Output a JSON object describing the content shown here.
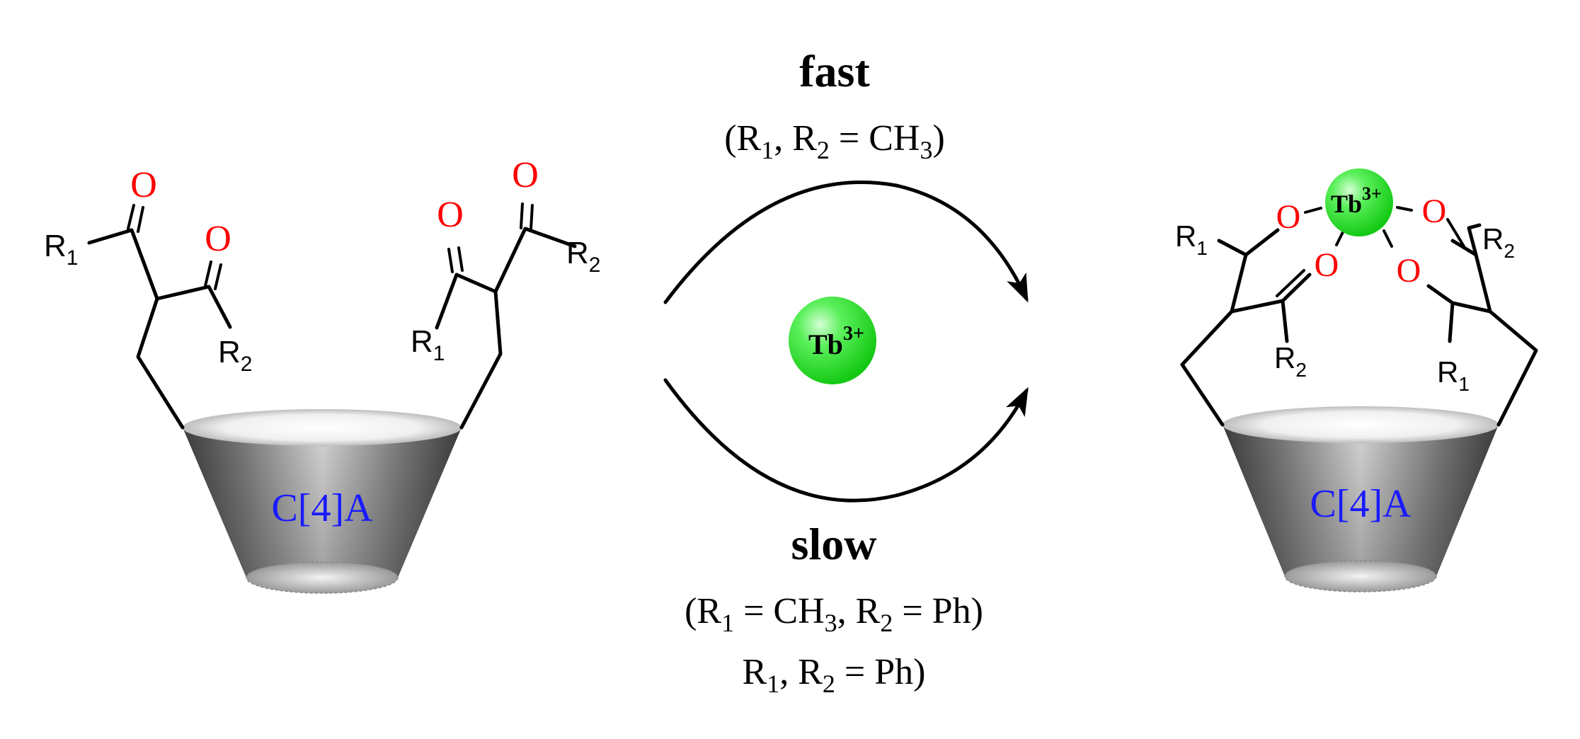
{
  "colors": {
    "oxygen": "#ff0000",
    "calixarene_label": "#1a1aff",
    "ion_fill": "#22dd22",
    "ion_highlight": "#c8ffc8",
    "bond": "#000000"
  },
  "left_molecule": {
    "scaffold_label": "C[4]A",
    "oxygen_label": "O",
    "r1_letter": "R",
    "r1_sub": "1",
    "r2_letter": "R",
    "r2_sub": "2"
  },
  "right_molecule": {
    "scaffold_label": "C[4]A",
    "oxygen_label": "O",
    "ion_label": "Tb",
    "ion_charge": "3+",
    "r1_letter": "R",
    "r1_sub": "1",
    "r2_letter": "R",
    "r2_sub": "2"
  },
  "center": {
    "ion_label": "Tb",
    "ion_charge": "3+"
  },
  "fast": {
    "title": "fast",
    "condition": {
      "p1": "(R",
      "s1": "1",
      "p2": ", R",
      "s2": "2",
      "p3": " = CH",
      "s3": "3",
      "p4": ")"
    }
  },
  "slow": {
    "title": "slow",
    "condition_1": {
      "p1": "(R",
      "s1": "1",
      "p2": " = CH",
      "s2": "3",
      "p3": ", R",
      "s3": "2",
      "p4": " = Ph)"
    },
    "condition_2": {
      "p1": "R",
      "s1": "1",
      "p2": ", R",
      "s2": "2",
      "p3": " = Ph)"
    }
  }
}
